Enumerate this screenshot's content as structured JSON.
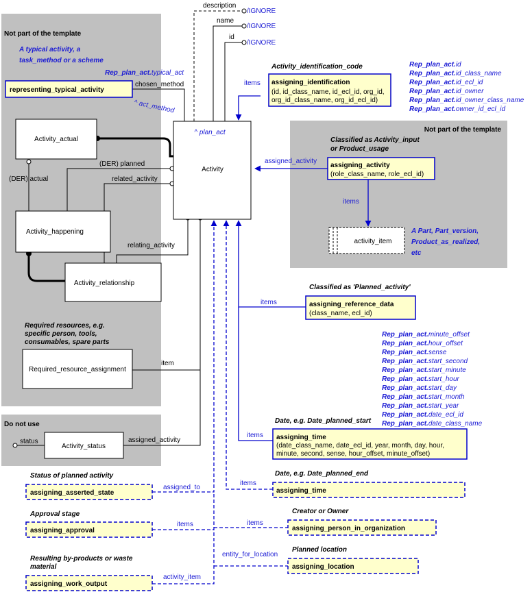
{
  "regions": {
    "template_excluded_1": "Not part of the template",
    "template_excluded_2": "Not part of the template",
    "do_not_use": "Do not use"
  },
  "notes": {
    "typical_activity": [
      "A typical activity, a",
      "task_method or a scheme"
    ],
    "classified_activity_input": [
      "Classified as Activity_input",
      "or Product_usage"
    ],
    "part_types": [
      "A Part, Part_version,",
      "Product_as_realized,",
      "etc"
    ],
    "activity_identification_code": "Activity_identification_code",
    "classified_planned_activity": "Classified as 'Planned_activity'",
    "required_resources": [
      "Required resources, e.g.",
      "specific person, tools,",
      "consumables, spare parts"
    ],
    "date_planned_start": "Date, e.g. Date_planned_start",
    "date_planned_end": "Date, e.g. Date_planned_end",
    "status_planned_activity": "Status of planned activity",
    "approval_stage": "Approval stage",
    "by_products": [
      "Resulting by-products or waste",
      "material"
    ],
    "creator_owner": "Creator or Owner",
    "planned_location": "Planned location"
  },
  "entities": {
    "activity": "Activity",
    "activity_actual": "Activity_actual",
    "activity_happening": "Activity_happening",
    "activity_relationship": "Activity_relationship",
    "required_resource_assignment": "Required_resource_assignment",
    "activity_status": "Activity_status",
    "activity_item": "activity_item"
  },
  "templates": {
    "representing_typical_activity": "representing_typical_activity",
    "assigning_identification": {
      "name": "assigning_identification",
      "params": [
        "(id, id_class_name, id_ecl_id, org_id,",
        "org_id_class_name, org_id_ecl_id)"
      ]
    },
    "assigning_activity": {
      "name": "assigning_activity",
      "params": [
        "(role_class_name, role_ecl_id)"
      ]
    },
    "assigning_reference_data": {
      "name": "assigning_reference_data",
      "params": [
        "(class_name, ecl_id)"
      ]
    },
    "assigning_time_start": {
      "name": "assigning_time",
      "params": [
        "(date_class_name, date_ecl_id, year, month, day, hour,",
        "minute, second, sense, hour_offset, minute_offset)"
      ]
    },
    "assigning_time_end": "assigning_time",
    "assigning_asserted_state": "assigning_asserted_state",
    "assigning_approval": "assigning_approval",
    "assigning_work_output": "assigning_work_output",
    "assigning_person_in_organization": "assigning_person_in_organization",
    "assigning_location": "assigning_location"
  },
  "relations": {
    "description": "description",
    "name": "name",
    "id": "id",
    "ignore": "/IGNORE",
    "chosen_method": "chosen_method",
    "act_method": "^ act_method",
    "plan_act": "^ plan_act",
    "der_planned": "(DER) planned",
    "der_actual": "(DER) actual",
    "related_activity": "related_activity",
    "relating_activity": "relating_activity",
    "item": "item",
    "status": "status",
    "assigned_activity": "assigned_activity",
    "items": "items",
    "assigned_to": "assigned_to",
    "entity_for_location": "entity_for_location",
    "activity_item": "activity_item"
  },
  "refs": {
    "typical_act": {
      "prefix": "Rep_plan_act.",
      "suffix": "typical_act"
    },
    "identification": [
      {
        "prefix": "Rep_plan_act.",
        "suffix": "id"
      },
      {
        "prefix": "Rep_plan_act.",
        "suffix": "id_class_name"
      },
      {
        "prefix": "Rep_plan_act.",
        "suffix": "id_ecl_id"
      },
      {
        "prefix": "Rep_plan_act.",
        "suffix": "id_owner"
      },
      {
        "prefix": "Rep_plan_act.",
        "suffix": "id_owner_class_name"
      },
      {
        "prefix": "Rep_plan_act.",
        "suffix": "owner_id_ecl_id"
      }
    ],
    "time": [
      {
        "prefix": "Rep_plan_act.",
        "suffix": "minute_offset"
      },
      {
        "prefix": "Rep_plan_act.",
        "suffix": "hour_offset"
      },
      {
        "prefix": "Rep_plan_act.",
        "suffix": "sense"
      },
      {
        "prefix": "Rep_plan_act.",
        "suffix": "start_second"
      },
      {
        "prefix": "Rep_plan_act.",
        "suffix": "start_minute"
      },
      {
        "prefix": "Rep_plan_act.",
        "suffix": "start_hour"
      },
      {
        "prefix": "Rep_plan_act.",
        "suffix": "start_day"
      },
      {
        "prefix": "Rep_plan_act.",
        "suffix": "start_month"
      },
      {
        "prefix": "Rep_plan_act.",
        "suffix": "start_year"
      },
      {
        "prefix": "Rep_plan_act.",
        "suffix": "date_ecl_id"
      },
      {
        "prefix": "Rep_plan_act.",
        "suffix": "date_class_name"
      }
    ]
  },
  "colors": {
    "region_gray": "#c0c0c0",
    "template_fill": "#ffffcc",
    "template_border": "#0000cc",
    "ref_blue": "#1a1ad4"
  }
}
